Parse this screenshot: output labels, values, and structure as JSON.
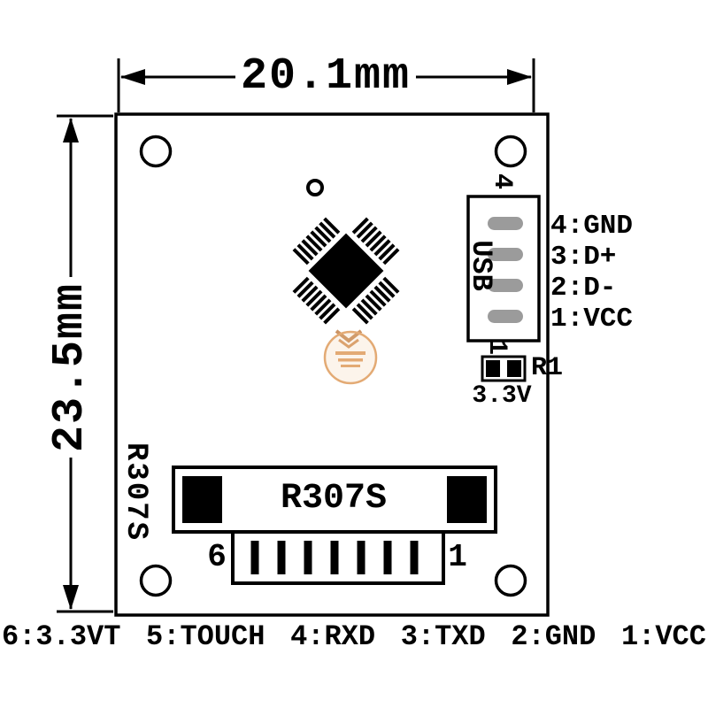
{
  "diagram": {
    "dim_width": "20.1mm",
    "dim_height": "23.5mm",
    "side_label": "R307S",
    "connector": {
      "label": "R307S",
      "left_pin": "6",
      "right_pin": "1"
    },
    "usb": {
      "label": "USB",
      "top_pin": "4",
      "bottom_pin": "1",
      "pin_labels": [
        "4:GND",
        "3:D+",
        "2:D-",
        "1:VCC"
      ]
    },
    "r1": {
      "label": "R1",
      "voltage": "3.3V"
    },
    "bottom_pin_labels": [
      "6:3.3VT",
      "5:TOUCH",
      "4:RXD",
      "3:TXD",
      "2:GND",
      "1:VCC"
    ]
  },
  "colors": {
    "line": "#000000",
    "usb_pin_gray": "#9b9b9b",
    "watermark_orange": "#d98a3f",
    "background": "#ffffff"
  }
}
